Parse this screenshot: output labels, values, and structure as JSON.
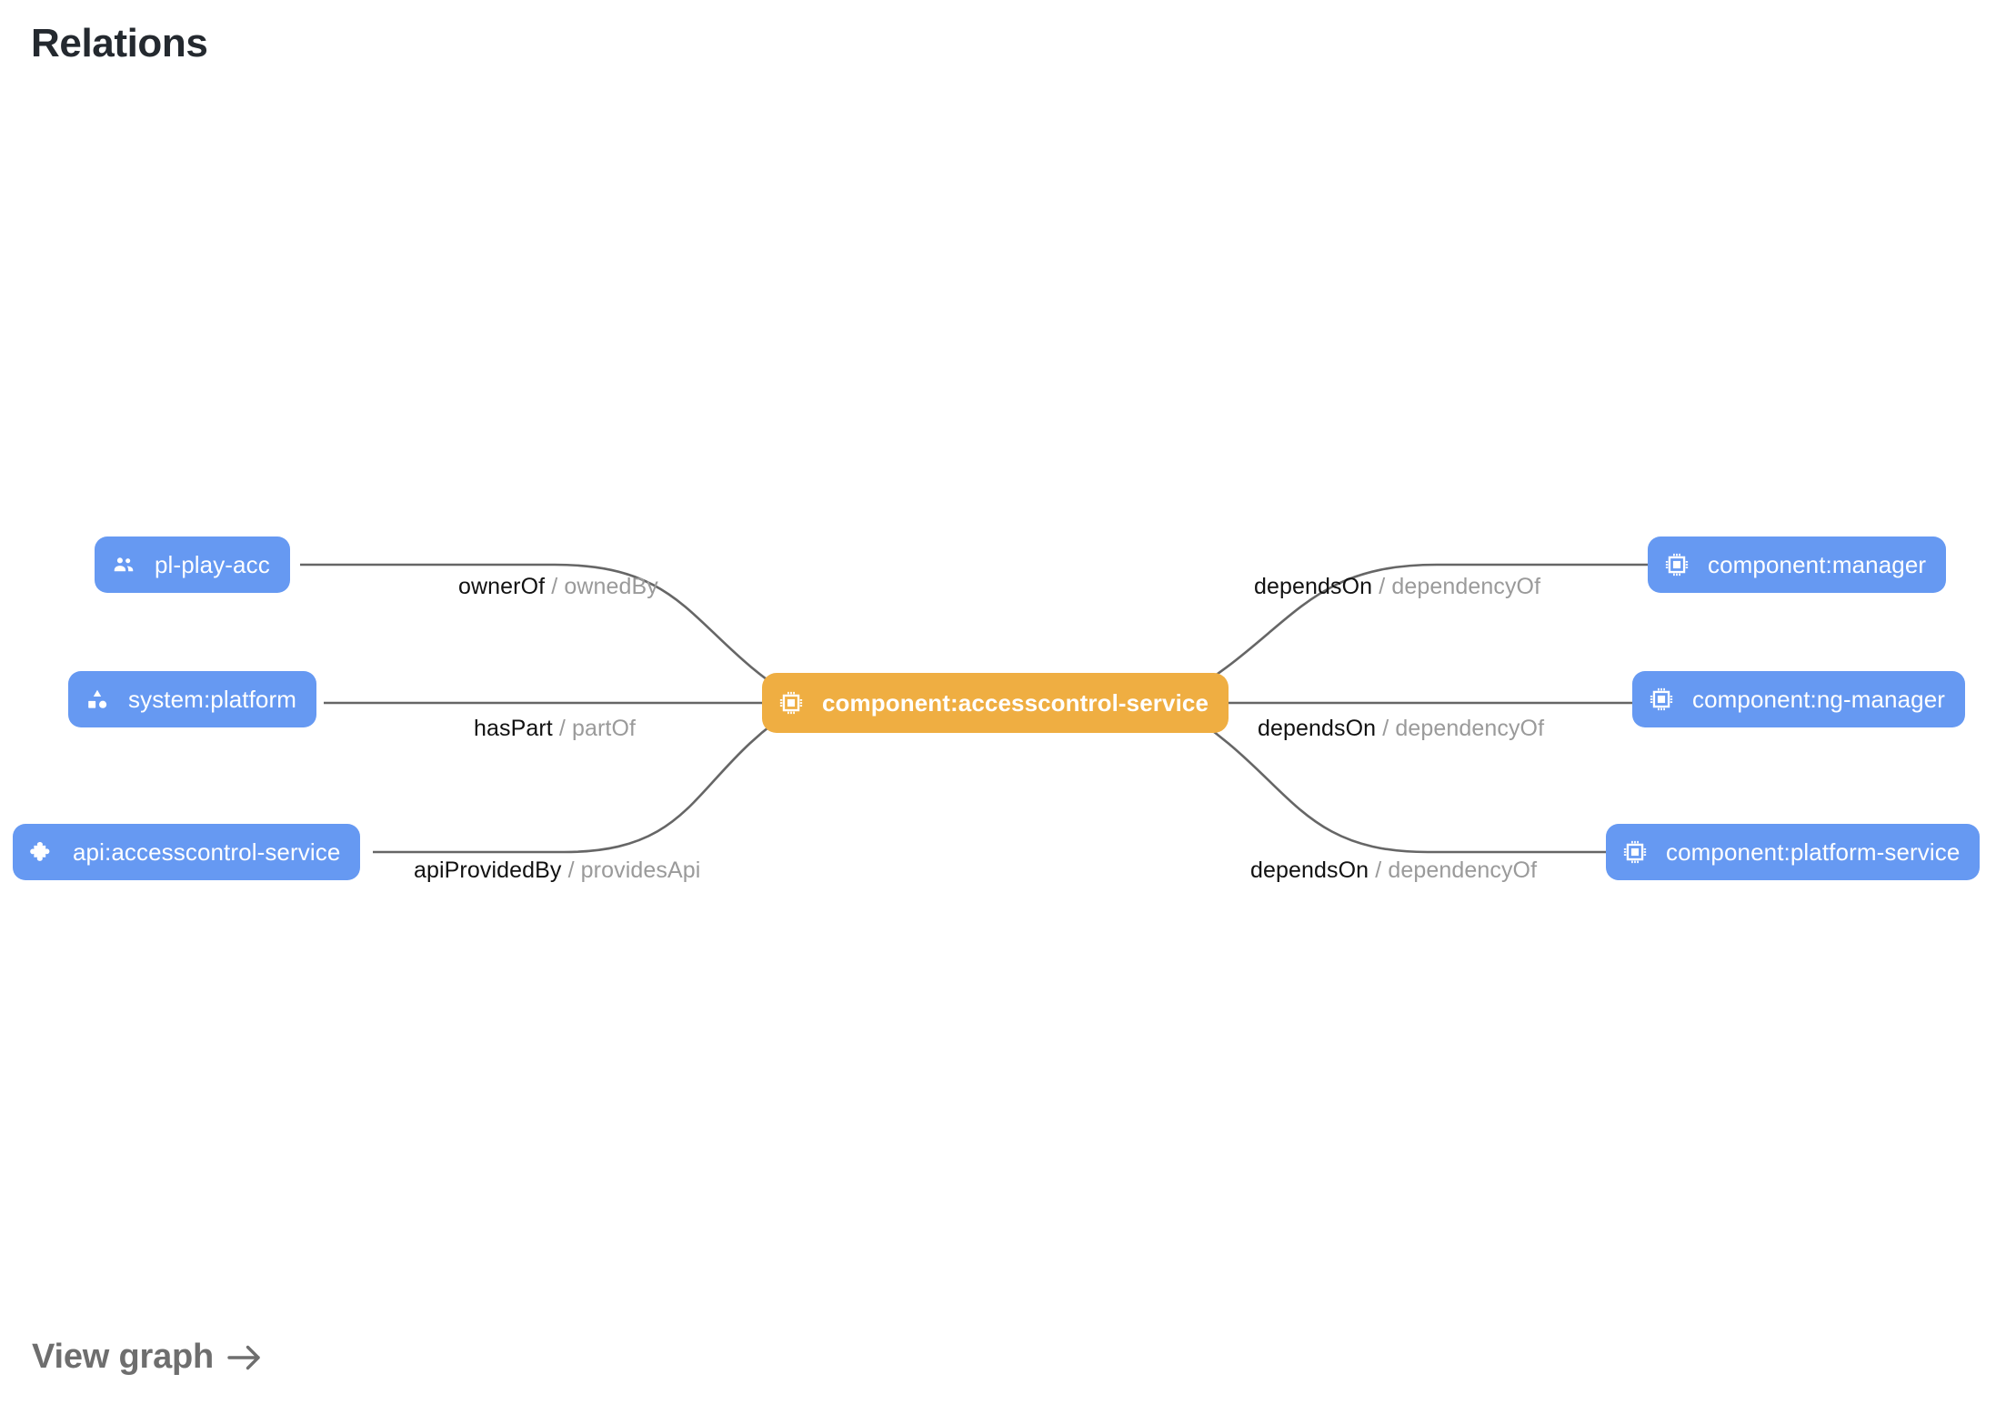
{
  "page": {
    "title": "Relations"
  },
  "footer": {
    "view_graph_label": "View graph",
    "arrow_icon": "arrow-right-icon"
  },
  "colors": {
    "node_blue": "#6699f2",
    "node_orange": "#efae42",
    "node_text": "#ffffff",
    "edge_stroke": "#666666",
    "label_primary": "#111111",
    "label_secondary": "#9a9a9a",
    "title_text": "#24292f",
    "link_text": "#6e6e6e",
    "background": "#ffffff"
  },
  "graph": {
    "center": {
      "id": "component:accesscontrol-service",
      "label": "component:accesscontrol-service",
      "kind": "component",
      "icon": "memory-chip-icon",
      "highlighted": true
    },
    "nodes": [
      {
        "id": "pl-play-acc",
        "label": "pl-play-acc",
        "kind": "group",
        "icon": "group-people-icon",
        "side": "left",
        "row": 1
      },
      {
        "id": "system:platform",
        "label": "system:platform",
        "kind": "system",
        "icon": "category-shapes-icon",
        "side": "left",
        "row": 2
      },
      {
        "id": "api:accesscontrol-service",
        "label": "api:accesscontrol-service",
        "kind": "api",
        "icon": "puzzle-piece-icon",
        "side": "left",
        "row": 3
      },
      {
        "id": "component:manager",
        "label": "component:manager",
        "kind": "component",
        "icon": "memory-chip-icon",
        "side": "right",
        "row": 1
      },
      {
        "id": "component:ng-manager",
        "label": "component:ng-manager",
        "kind": "component",
        "icon": "memory-chip-icon",
        "side": "right",
        "row": 2
      },
      {
        "id": "component:platform-service",
        "label": "component:platform-service",
        "kind": "component",
        "icon": "memory-chip-icon",
        "side": "right",
        "row": 3
      }
    ],
    "edges": [
      {
        "source": "pl-play-acc",
        "target": "component:accesscontrol-service",
        "forward": "ownerOf",
        "separator": "/",
        "reverse": "ownedBy"
      },
      {
        "source": "system:platform",
        "target": "component:accesscontrol-service",
        "forward": "hasPart",
        "separator": "/",
        "reverse": "partOf"
      },
      {
        "source": "api:accesscontrol-service",
        "target": "component:accesscontrol-service",
        "forward": "apiProvidedBy",
        "separator": "/",
        "reverse": "providesApi"
      },
      {
        "source": "component:accesscontrol-service",
        "target": "component:manager",
        "forward": "dependsOn",
        "separator": "/",
        "reverse": "dependencyOf"
      },
      {
        "source": "component:accesscontrol-service",
        "target": "component:ng-manager",
        "forward": "dependsOn",
        "separator": "/",
        "reverse": "dependencyOf"
      },
      {
        "source": "component:accesscontrol-service",
        "target": "component:platform-service",
        "forward": "dependsOn",
        "separator": "/",
        "reverse": "dependencyOf"
      }
    ]
  }
}
